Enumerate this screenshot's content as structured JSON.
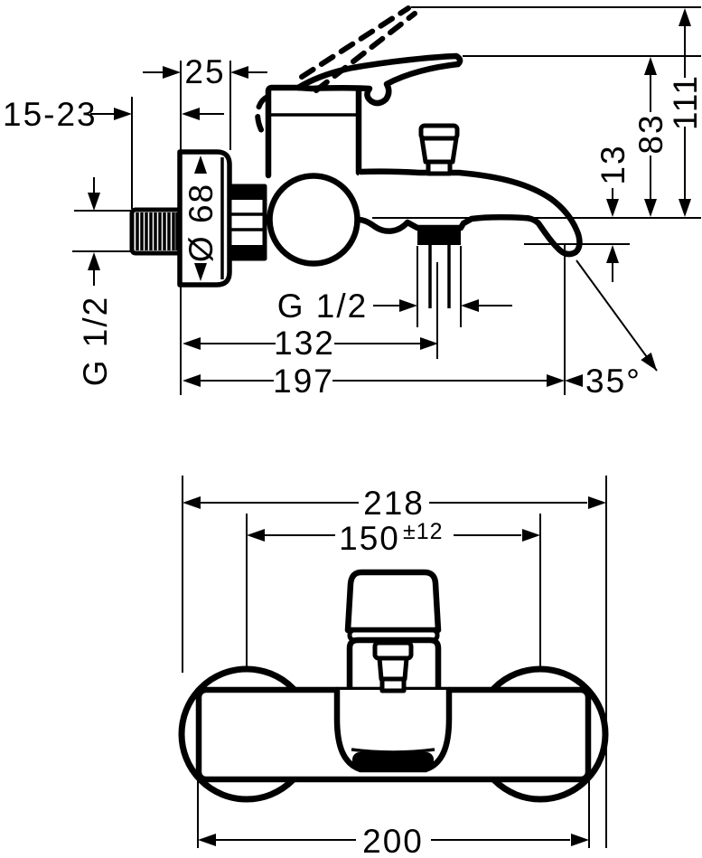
{
  "drawing": {
    "ink_color": "#000000",
    "background_color": "#ffffff",
    "side_view": {
      "dims": {
        "wall_distance_range": "15-23",
        "escutcheon_depth": "25",
        "escutcheon_diameter": "Ø 68",
        "inlet_thread": "G 1/2",
        "hose_outlet_thread": "G 1/2",
        "outlet_center_offset": "132",
        "spout_reach": "197",
        "spout_angle": "35°",
        "spout_drop": "13",
        "handle_height": "83",
        "handle_raised_height": "111"
      }
    },
    "front_view": {
      "dims": {
        "overall_width": "218",
        "connection_centers": "150",
        "connection_centers_tolerance": "±12",
        "body_width": "200"
      }
    }
  }
}
